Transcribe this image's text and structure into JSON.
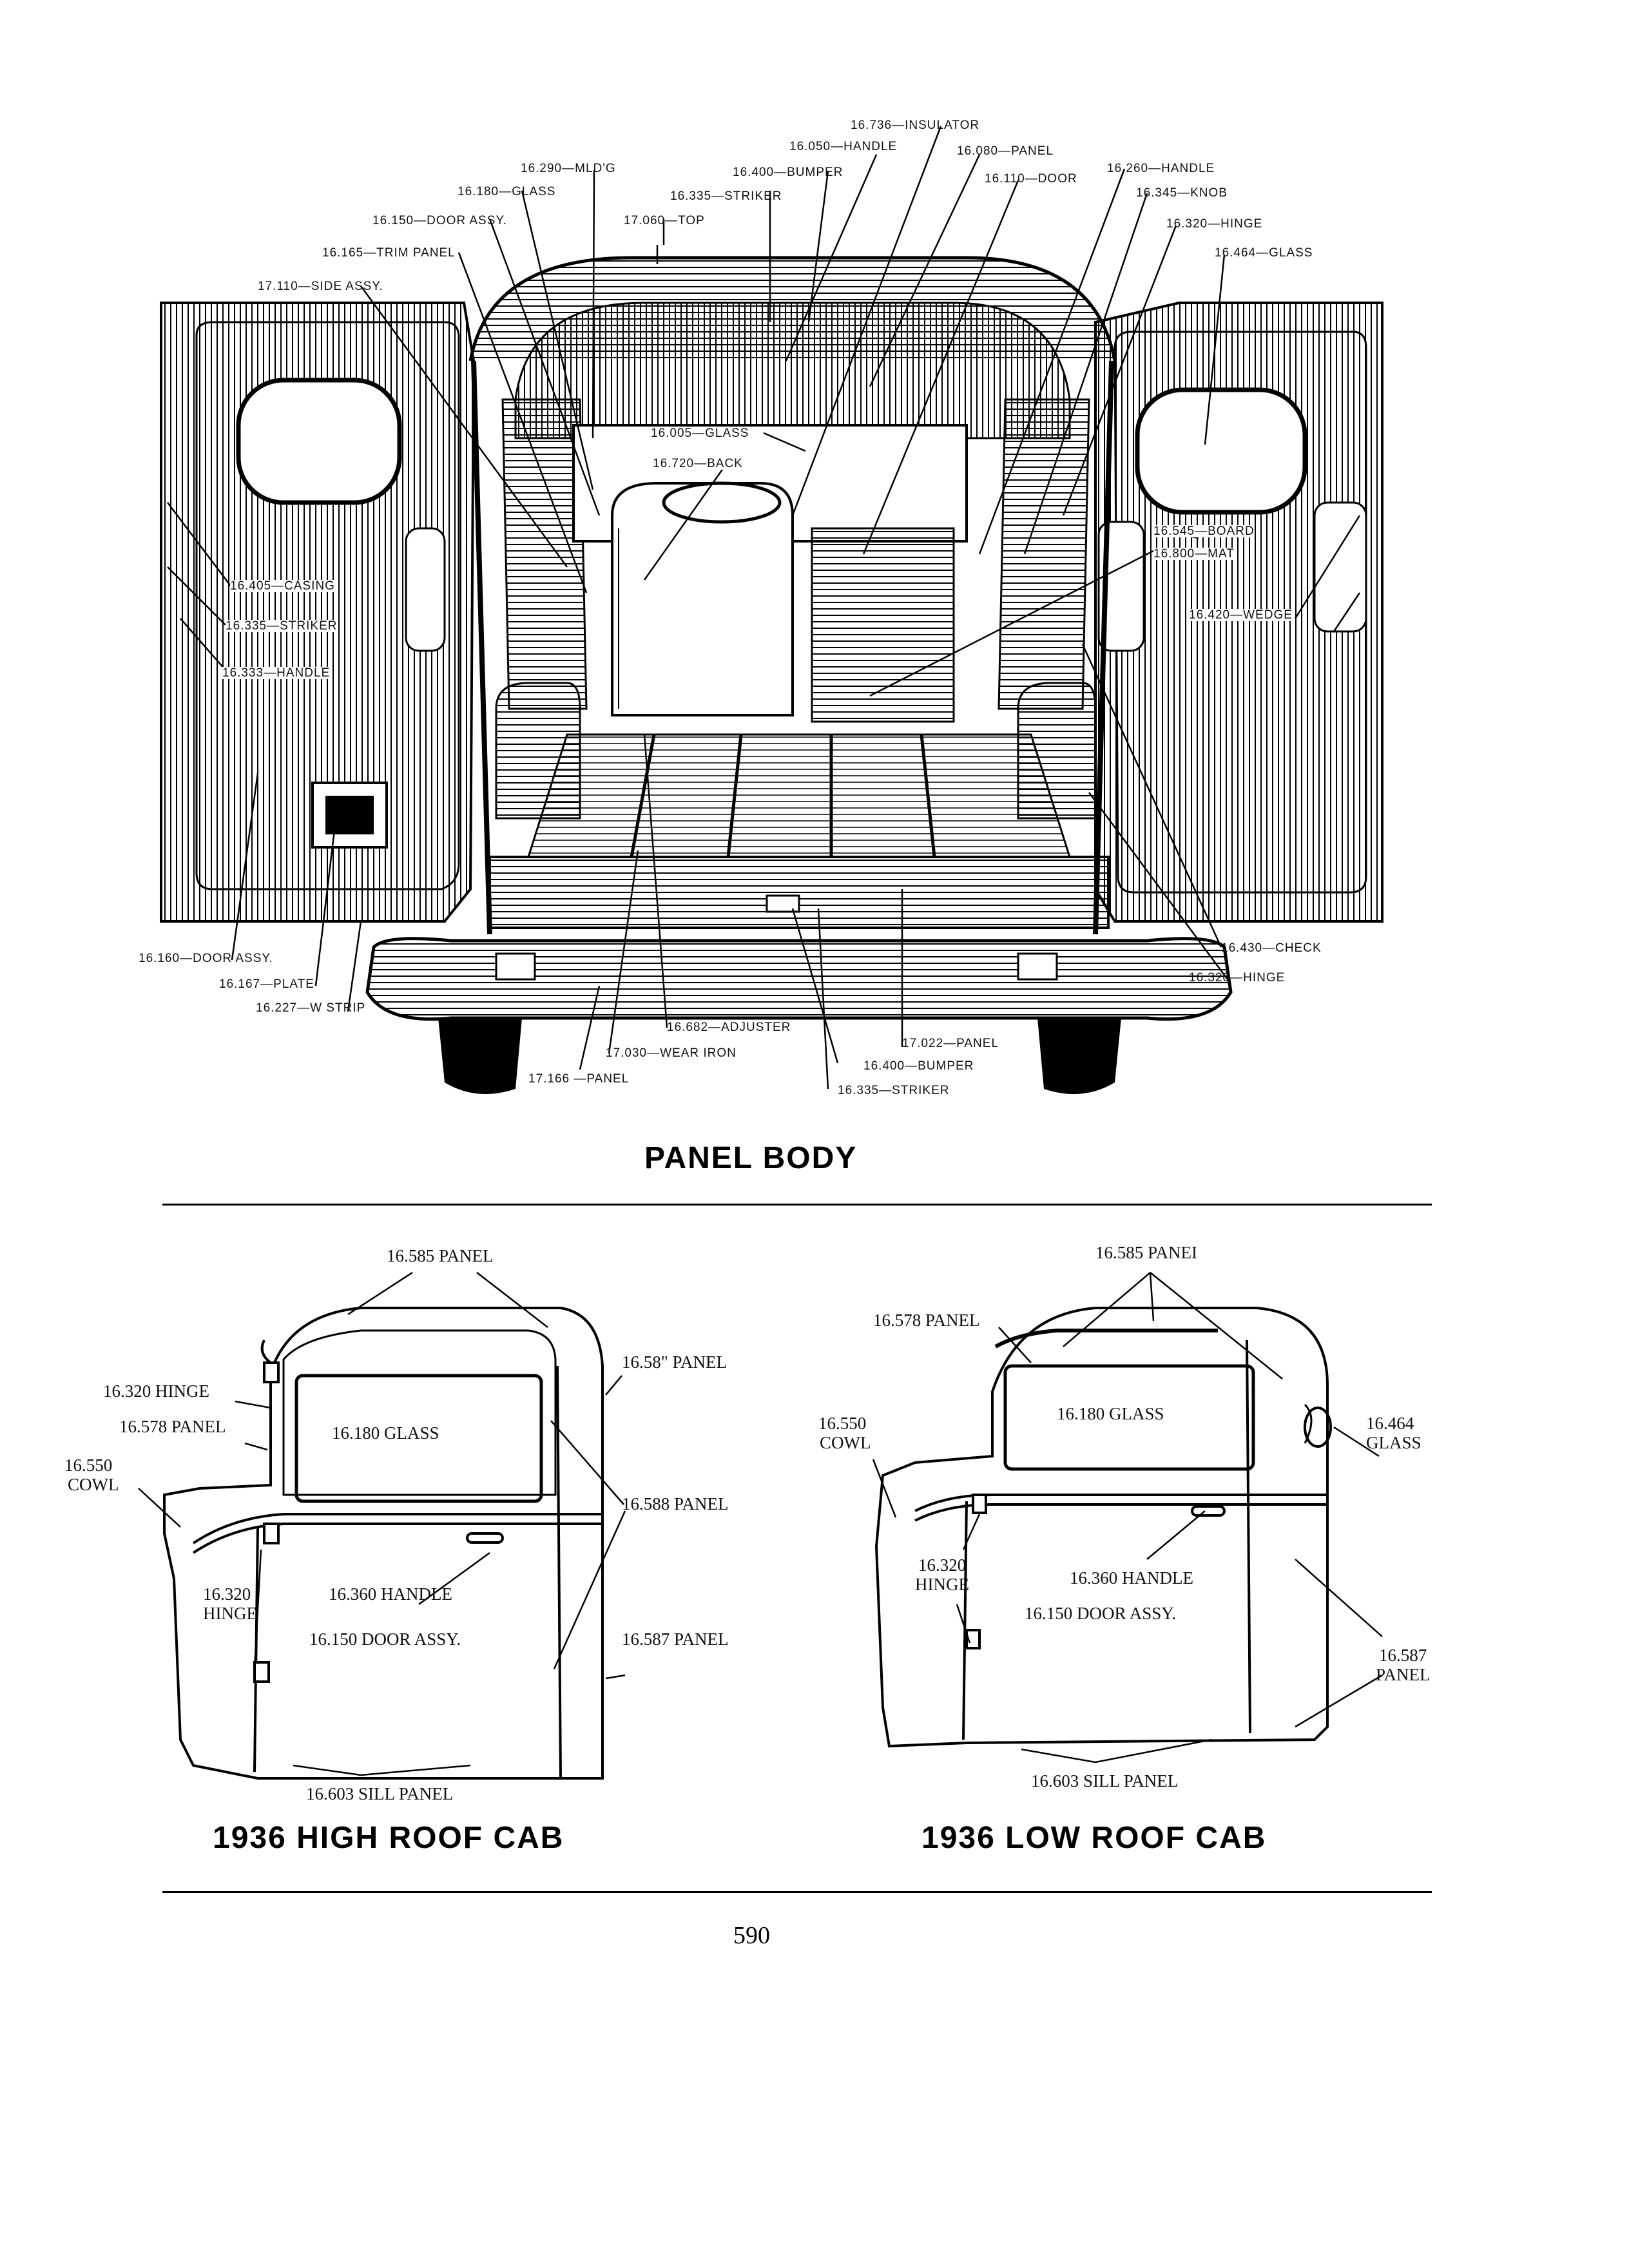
{
  "panel_body": {
    "title": "PANEL BODY",
    "callouts": {
      "insulator": "16.736—INSULATOR",
      "handle_top": "16.050—HANDLE",
      "panel_top": "16.080—PANEL",
      "mldg": "16.290—MLD'G",
      "bumper_top": "16.400—BUMPER",
      "door_top": "16.110—DOOR",
      "handle_right": "16.260—HANDLE",
      "glass_top": "16.180—GLASS",
      "striker_top": "16.335—STRIKER",
      "knob": "16.345—KNOB",
      "door_assy_top": "16.150—DOOR ASSY.",
      "top": "17.060—TOP",
      "hinge_top": "16.320—HINGE",
      "trim_panel": "16.165—TRIM PANEL",
      "glass_right": "16.464—GLASS",
      "side_assy": "17.110—SIDE ASSY.",
      "glass_mid": "16.005—GLASS",
      "back": "16.720—BACK",
      "board": "16.545—BOARD",
      "mat": "16.800—MAT",
      "casing": "16.405—CASING",
      "striker_left": "16.335—STRIKER",
      "wedge": "16.420—WEDGE",
      "handle_left": "16.333—HANDLE",
      "check": "16.430—CHECK",
      "hinge_bottom": "16.320—HINGE",
      "door_assy_left": "16.160—DOOR ASSY.",
      "plate": "16.167—PLATE",
      "w_strip": "16.227—W STRIP",
      "adjuster": "16.682—ADJUSTER",
      "wear_iron": "17.030—WEAR IRON",
      "panel_bottom": "17.022—PANEL",
      "bumper_bottom": "16.400—BUMPER",
      "panel_left_bottom": "17.166 —PANEL",
      "striker_bottom": "16.335—STRIKER"
    }
  },
  "high_roof_cab": {
    "title": "1936 HIGH ROOF CAB",
    "callouts": {
      "roof_panel": "16.585 PANEL",
      "rear_panel": "16.58\" PANEL",
      "hinge_upper": "16.320 HINGE",
      "panel_578": "16.578 PANEL",
      "glass": "16.180 GLASS",
      "cowl_num": "16.550",
      "cowl": "COWL",
      "panel_588": "16.588 PANEL",
      "hinge_num": "16.320",
      "hinge": "HINGE",
      "handle": "16.360 HANDLE",
      "door_assy": "16.150 DOOR ASSY.",
      "panel_587": "16.587 PANEL",
      "sill_panel": "16.603 SILL PANEL"
    }
  },
  "low_roof_cab": {
    "title": "1936 LOW ROOF CAB",
    "callouts": {
      "roof_panel": "16.585 PANEI",
      "panel_578": "16.578 PANEL",
      "cowl_num": "16.550",
      "cowl": "COWL",
      "glass": "16.180 GLASS",
      "rear_glass_num": "16.464",
      "rear_glass": "GLASS",
      "hinge_num": "16.320",
      "hinge": "HINGE",
      "handle": "16.360 HANDLE",
      "door_assy": "16.150 DOOR ASSY.",
      "panel_587_num": "16.587",
      "panel_587": "PANEL",
      "sill_panel": "16.603 SILL PANEL"
    }
  },
  "page_number": "590"
}
